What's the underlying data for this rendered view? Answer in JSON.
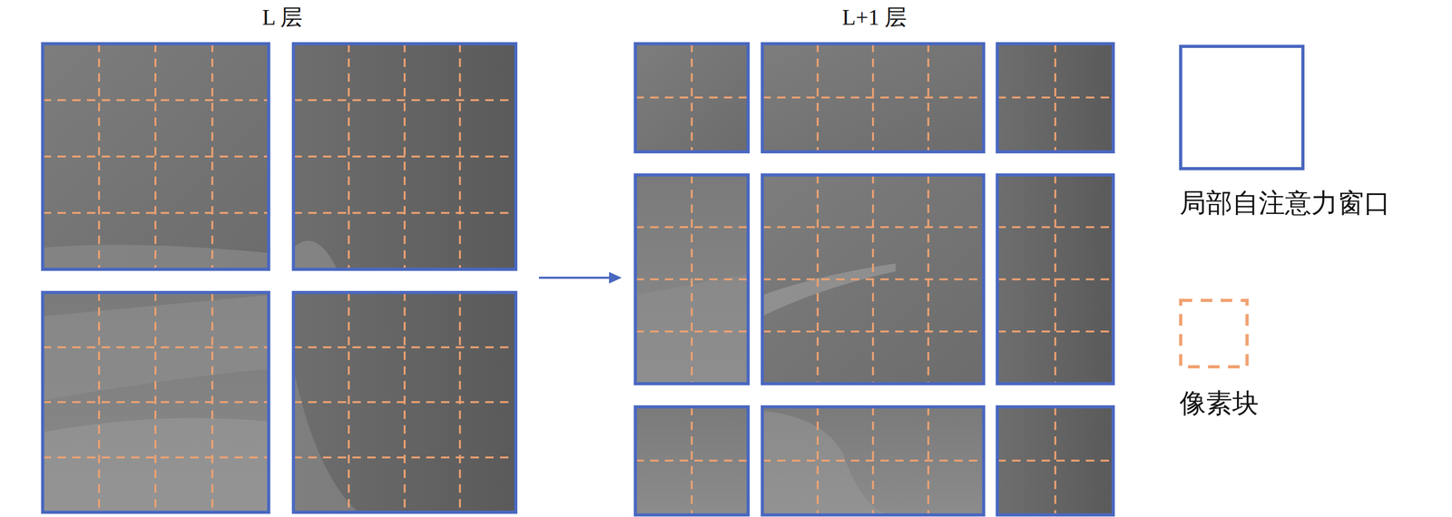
{
  "diagram": {
    "labels": [
      "L 层",
      "L+1 层"
    ],
    "legend": [
      {
        "text": "局部自注意力窗口"
      },
      {
        "text": "像素块"
      }
    ]
  }
}
